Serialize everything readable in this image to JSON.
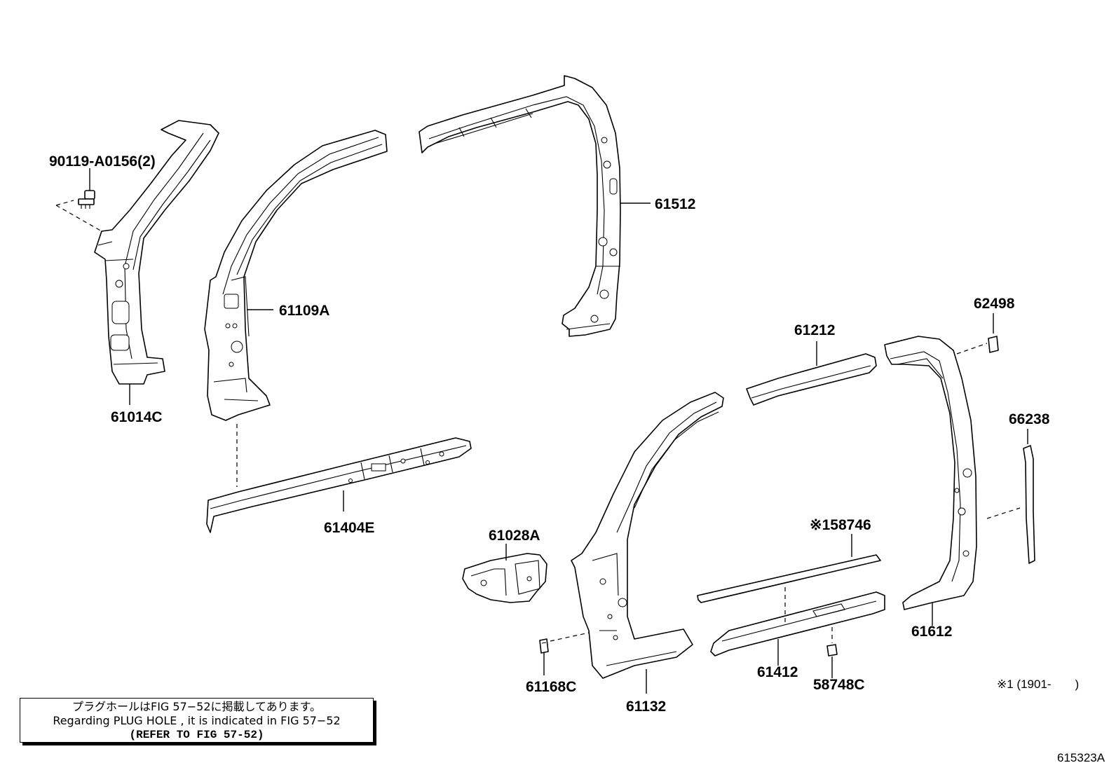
{
  "labels": {
    "bolt": "90119-A0156(2)",
    "p61014c": "61014C",
    "p61109a": "61109A",
    "p61512": "61512",
    "p61404e": "61404E",
    "p61212": "61212",
    "p62498": "62498",
    "p66238": "66238",
    "p61028a": "61028A",
    "p58746": "※158746",
    "p61168c": "61168C",
    "p61132": "61132",
    "p61412": "61412",
    "p58748c": "58748C",
    "p61612": "61612",
    "footnote": "※1 (1901-　　)"
  },
  "note": {
    "line1": "プラグホールはFIG 57−52に掲載してあります。",
    "line2": "Regarding PLUG HOLE , it is indicated in FIG 57−52",
    "line3": "(REFER TO FIG 57-52)"
  },
  "figure_id": "615323A"
}
